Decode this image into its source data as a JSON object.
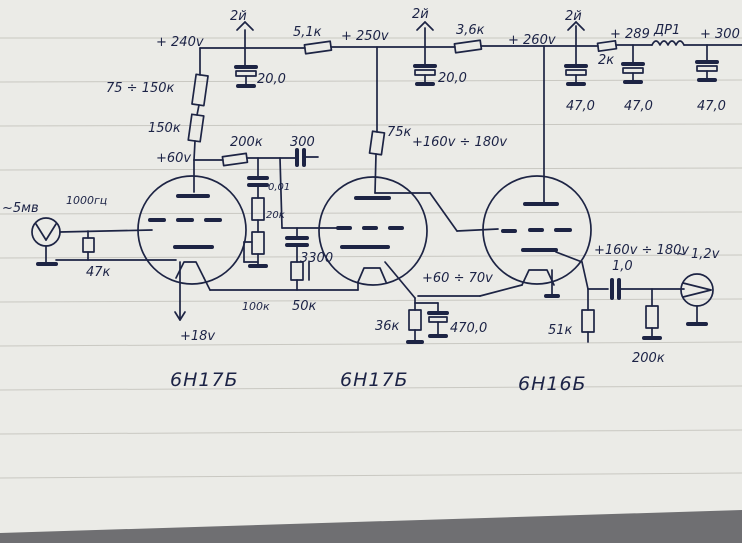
{
  "labels": {
    "v_240": "+ 240v",
    "v_250": "+ 250v",
    "v_260": "+ 260v",
    "v_289": "+ 289",
    "v_300": "+ 300",
    "gnd1": "2й",
    "gnd2": "2й",
    "gnd3": "2й",
    "r_5k1": "5,1к",
    "r_3k6": "3,6к",
    "r_2k": "2к",
    "dr": "ДР1",
    "c_20_a": "20,0",
    "c_20_b": "20,0",
    "c_47_a": "47,0",
    "c_47_b": "47,0",
    "c_47_c": "47,0",
    "r_75_150": "75 ÷ 150к",
    "r_150": "150к",
    "v_60": "+60v",
    "r_200k_top": "200к",
    "c_300": "300",
    "c_001": "0,01",
    "r_20k": "20к",
    "r_75k": "75к",
    "v_160_180_a": "+160v ÷ 180v",
    "input_level": "~5мв",
    "freq": "1000гц",
    "r_47k": "47к",
    "c_3300": "3300",
    "r_100k": "100к",
    "r_50k": "50к",
    "v_60_70": "+60 ÷ 70v",
    "r_36k": "36к",
    "c_470": "470,0",
    "v_18": "+18v",
    "v_160_180_b": "+160v ÷ 180v",
    "c_1": "1,0",
    "out_level": "~ 1,2v",
    "r_51k": "51к",
    "r_200k_out": "200к",
    "tube1": "6Н17Б",
    "tube2": "6Н17Б",
    "tube3": "6Н16Б"
  }
}
